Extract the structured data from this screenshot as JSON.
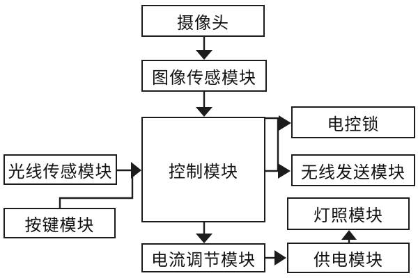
{
  "diagram": {
    "type": "block-diagram",
    "background_color": "#ffffff",
    "line_color": "#1c1c1c",
    "nodes": [
      {
        "id": "camera",
        "label": "摄像头"
      },
      {
        "id": "image-sensor",
        "label": "图像传感模块"
      },
      {
        "id": "control",
        "label": "控制模块"
      },
      {
        "id": "light-sensor",
        "label": "光线传感模块"
      },
      {
        "id": "button",
        "label": "按键模块"
      },
      {
        "id": "electric-lock",
        "label": "电控锁"
      },
      {
        "id": "wireless-send",
        "label": "无线发送模块"
      },
      {
        "id": "lighting",
        "label": "灯照模块"
      },
      {
        "id": "power-supply",
        "label": "供电模块"
      },
      {
        "id": "current-regulator",
        "label": "电流调节模块"
      }
    ],
    "edges": [
      {
        "from": "摄像头",
        "to": "图像传感模块",
        "style": "arrow-down"
      },
      {
        "from": "图像传感模块",
        "to": "控制模块",
        "style": "arrow-down"
      },
      {
        "from": "光线传感模块",
        "to": "控制模块",
        "style": "arrow-right"
      },
      {
        "from": "按键模块",
        "to": "控制模块",
        "style": "elbow-joins-light-sensor-arrow"
      },
      {
        "from": "控制模块",
        "to": "电控锁",
        "style": "elbow-arrow-right"
      },
      {
        "from": "控制模块",
        "to": "无线发送模块",
        "style": "arrow-right"
      },
      {
        "from": "控制模块",
        "to": "电流调节模块",
        "style": "arrow-down"
      },
      {
        "from": "电流调节模块",
        "to": "供电模块",
        "style": "arrow-right"
      },
      {
        "from": "供电模块",
        "to": "灯照模块",
        "style": "arrow-up"
      }
    ]
  }
}
